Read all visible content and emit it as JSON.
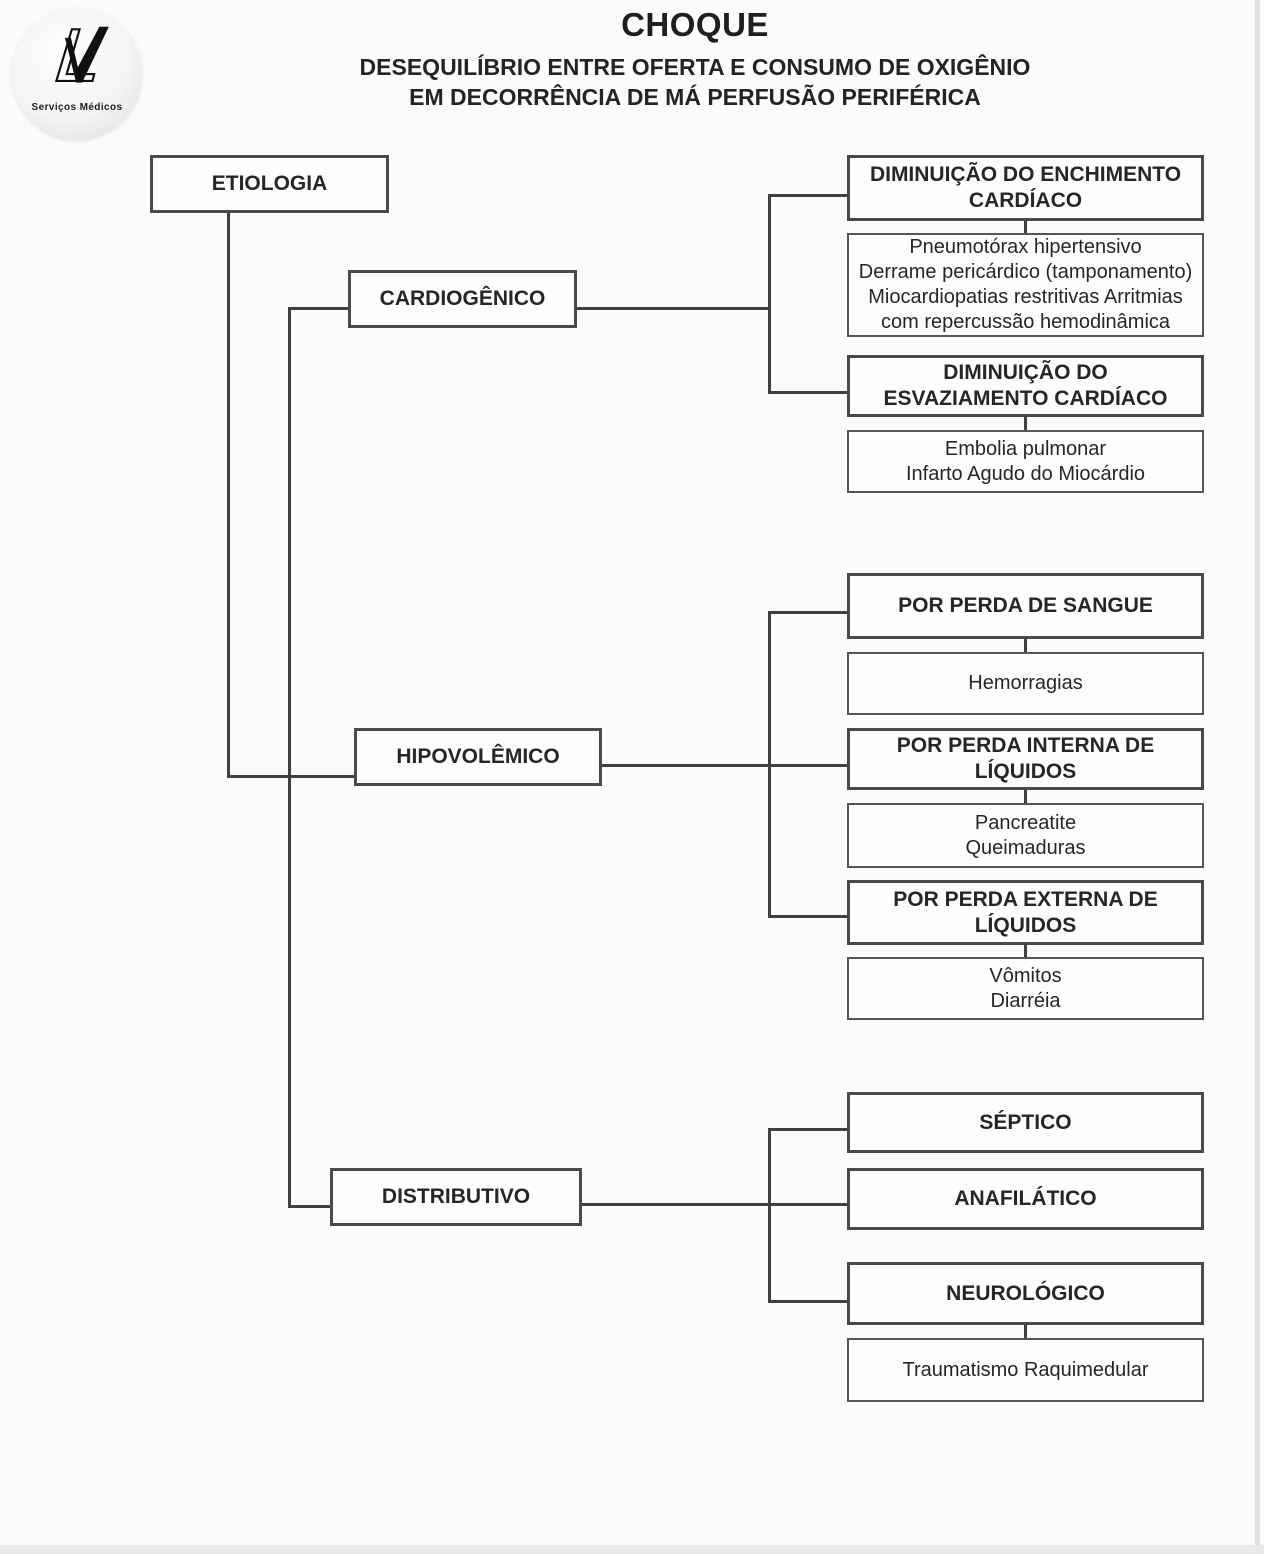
{
  "colors": {
    "line": "#404040",
    "border": "#4a4a4a",
    "text": "#262626",
    "background": "#fbfbfc"
  },
  "logo": {
    "caption": "Serviços Médicos"
  },
  "title": {
    "main": "CHOQUE",
    "subtitle_line1": "DESEQUILÍBRIO ENTRE OFERTA E CONSUMO DE OXIGÊNIO",
    "subtitle_line2": "EM DECORRÊNCIA DE MÁ PERFUSÃO PERIFÉRICA"
  },
  "diagram": {
    "type": "flowchart-tree",
    "root": {
      "label": "ETIOLOGIA"
    },
    "branches": [
      {
        "label": "CARDIOGÊNICO",
        "children": [
          {
            "label": "DIMINUIÇÃO DO ENCHIMENTO CARDÍACO",
            "causes": [
              "Pneumotórax hipertensivo",
              "Derrame pericárdico (tamponamento)",
              "Miocardiopatias restritivas Arritmias",
              "com repercussão hemodinâmica"
            ]
          },
          {
            "label": "DIMINUIÇÃO DO ESVAZIAMENTO CARDÍACO",
            "causes": [
              "Embolia pulmonar",
              "Infarto Agudo do Miocárdio"
            ]
          }
        ]
      },
      {
        "label": "HIPOVOLÊMICO",
        "children": [
          {
            "label": "POR PERDA DE SANGUE",
            "causes": [
              "Hemorragias"
            ]
          },
          {
            "label": "POR PERDA INTERNA DE LÍQUIDOS",
            "causes": [
              "Pancreatite",
              "Queimaduras"
            ]
          },
          {
            "label": "POR PERDA EXTERNA DE LÍQUIDOS",
            "causes": [
              "Vômitos",
              "Diarréia"
            ]
          }
        ]
      },
      {
        "label": "DISTRIBUTIVO",
        "children": [
          {
            "label": "SÉPTICO",
            "causes": []
          },
          {
            "label": "ANAFILÁTICO",
            "causes": []
          },
          {
            "label": "NEUROLÓGICO",
            "causes": [
              "Traumatismo Raquimedular"
            ]
          }
        ]
      }
    ]
  }
}
